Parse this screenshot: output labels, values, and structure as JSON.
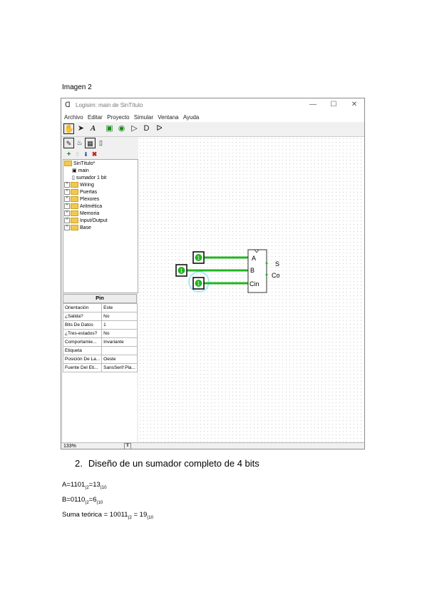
{
  "caption": "Imagen 2",
  "window": {
    "title": "Logisim: main de SinTítulo",
    "buttons": {
      "minimize": "—",
      "maximize": "☐",
      "close": "✕"
    },
    "menu": [
      "Archivo",
      "Editar",
      "Proyecto",
      "Simular",
      "Ventana",
      "Ayuda"
    ],
    "tree": {
      "root": "SinTítulo*",
      "circuits": [
        "main",
        "sumador 1 bit"
      ],
      "libraries": [
        "Wiring",
        "Puertas",
        "Plexores",
        "Aritmética",
        "Memoria",
        "Input/Output",
        "Base"
      ]
    },
    "properties": {
      "title": "Pin",
      "rows": [
        {
          "name": "Orientación",
          "value": "Este"
        },
        {
          "name": "¿Salida?",
          "value": "No"
        },
        {
          "name": "Bits De Datos",
          "value": "1"
        },
        {
          "name": "¿Tres-estados?",
          "value": "No"
        },
        {
          "name": "Comportamie...",
          "value": "Invariante"
        },
        {
          "name": "Etiqueta",
          "value": ""
        },
        {
          "name": "Posición De La...",
          "value": "Oeste"
        },
        {
          "name": "Fuente Del Eti...",
          "value": "SansSerif Pla..."
        }
      ]
    },
    "circuit": {
      "inputs": [
        "1",
        "1",
        "1"
      ],
      "component_inputs": [
        "A",
        "B",
        "Cin"
      ],
      "component_outputs": [
        "S",
        "Co"
      ],
      "wire_color": "#22b422"
    },
    "zoom": "133%"
  },
  "section": {
    "number": "2.",
    "title": "Diseño de un sumador completo de 4 bits"
  },
  "lines": {
    "a": {
      "lhs": "A=1101",
      "sub1": "(2",
      "mid": "=13",
      "sub2": "(10"
    },
    "b": {
      "lhs": "B=0110",
      "sub1": "(2",
      "mid": "=6",
      "sub2": "(10"
    },
    "sum": {
      "lhs": "Suma teórica = 10011",
      "sub1": "(2",
      "mid": " = 19",
      "sub2": "(10"
    }
  }
}
